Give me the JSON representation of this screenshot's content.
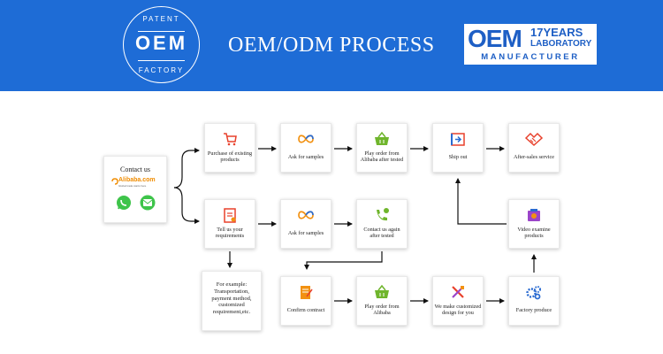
{
  "header": {
    "seal": {
      "top": "PATENT",
      "middle": "OEM",
      "bottom": "FACTORY"
    },
    "title": "OEM/ODM PROCESS",
    "badge": {
      "oem": "OEM",
      "years": "17YEARS",
      "lab": "LABORATORY",
      "manufacturer": "MANUFACTURER"
    }
  },
  "contact": {
    "title": "Contact us",
    "alibaba": "Alibaba.com",
    "alibaba_tagline": "Global trade starts here",
    "icons": [
      "whatsapp-icon",
      "wechat-icon"
    ]
  },
  "steps": {
    "purchase_existing": "Purchase of existing products",
    "ask_samples_1": "Ask for samples",
    "play_order_1": "Play order from Alibaba after tested",
    "ship_out": "Ship out",
    "after_sales": "After-sales service",
    "tell_requirements": "Tell us your requirements",
    "ask_samples_2": "Ask for samples",
    "contact_after_test": "Contact us again after tested",
    "video_examine": "Video examine products",
    "example": "For example: Transportation, payment method, customized requirement,etc.",
    "confirm_contract": "Confirm contract",
    "play_order_2": "Play order from Alibaba",
    "customized_design": "We make customized design for you",
    "factory_produce": "Factory produce"
  },
  "colors": {
    "banner": "#1e6cd6",
    "icon_red": "#e8412c",
    "icon_green": "#6fb52c",
    "icon_blue": "#2a6bd1",
    "icon_orange": "#f29111"
  }
}
